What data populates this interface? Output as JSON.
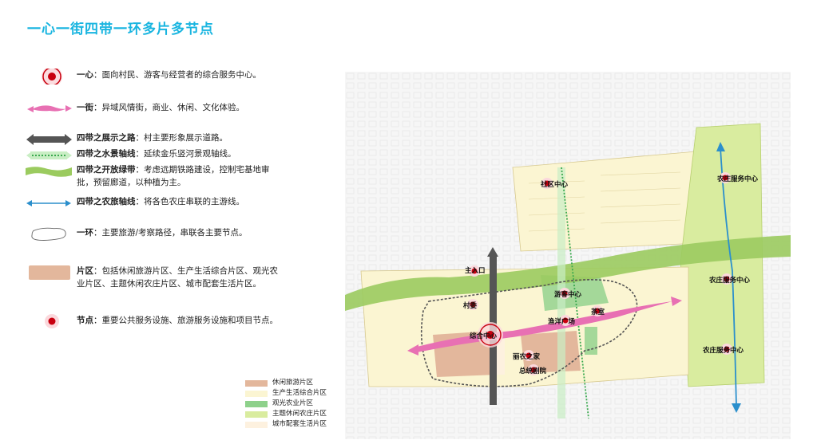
{
  "title": "一心一街四带一环多片多节点",
  "legend": [
    {
      "term": "一心",
      "desc": "面向村民、游客与经营者的综合服务中心。"
    },
    {
      "term": "一街",
      "desc": "异域风情街，商业、休闲、文化体验。"
    },
    {
      "term": "四带之展示之路",
      "desc": "村主要形象展示道路。"
    },
    {
      "term": "四带之水景轴线",
      "desc": "延续金乐竖河景观轴线。"
    },
    {
      "term": "四带之开放绿带",
      "desc": "考虑远期铁路建设，控制宅基地审批，预留廊道，以种植为主。"
    },
    {
      "term": "四带之农旅轴线",
      "desc": "将各色农庄串联的主游线。"
    },
    {
      "term": "一环",
      "desc": "主要旅游/考察路径，串联各主要节点。"
    },
    {
      "term": "片区",
      "desc": "包括休闲旅游片区、生产生活综合片区、观光农业片区、主题休闲农庄片区、城市配套生活片区。"
    },
    {
      "term": "节点",
      "desc": "重要公共服务设施、旅游服务设施和项目节点。"
    }
  ],
  "zones": [
    {
      "label": "休闲旅游片区",
      "color": "#e3b79c"
    },
    {
      "label": "生产生活综合片区",
      "color": "#fbf5d2"
    },
    {
      "label": "观光农业片区",
      "color": "#8ed18b"
    },
    {
      "label": "主题休闲农庄片区",
      "color": "#d9ec9f"
    },
    {
      "label": "城市配套生活片区",
      "color": "#fdf1df"
    }
  ],
  "map_labels": {
    "shequ": "社区中心",
    "nongzhuang_top": "农庄服务中心",
    "nongzhuang_mid": "农庄服务中心",
    "nongzhuang_bot": "农庄服务中心",
    "main_entrance": "主入口",
    "cunwei": "村委",
    "zonghe": "综合中心",
    "youke": "游客中心",
    "yuyang": "渔洋广场",
    "chahua": "茶室",
    "nongzhijia": "丽农之家",
    "juchang": "总统剧院"
  },
  "colors": {
    "title": "#19b5e0",
    "node_red": "#c8000f",
    "street_pink": "#e870b3",
    "green_belt": "#9bcb5f",
    "road_dark": "#555555",
    "axis_blue": "#2b8fcc",
    "water_dotted": "#58c070"
  }
}
